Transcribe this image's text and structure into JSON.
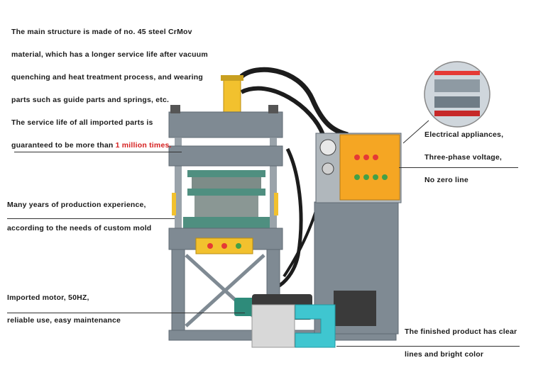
{
  "annotations": {
    "structure": {
      "line1": "The main structure is made of no. 45 steel CrMov",
      "line2": "material, which has a longer service life after vacuum",
      "line3": "quenching and heat treatment process, and wearing",
      "line4": "parts such as guide parts and springs, etc.",
      "line5": "The service life of all imported parts is",
      "line6_prefix": "guaranteed to be more than",
      "line6_highlight": "1 million times."
    },
    "experience": {
      "line1": "Many years of production experience,",
      "line2": "according to the needs of custom mold"
    },
    "motor": {
      "line1": "Imported motor, 50HZ,",
      "line2": "reliable use, easy maintenance"
    },
    "electrical": {
      "line1": "Electrical appliances,",
      "line2": "Three-phase voltage,",
      "line3": "No zero line"
    },
    "product": {
      "line1": "The finished product has clear",
      "line2": "lines and bright color"
    }
  },
  "colors": {
    "frame": "#7f8a93",
    "frame_dark": "#5f6a73",
    "mold_green": "#4f8f80",
    "cylinder_yellow": "#f2c12e",
    "panel_orange": "#f5a623",
    "highlight_red": "#d62020",
    "product_cyan": "#3fc6d0",
    "product_gray": "#d8d8d8"
  }
}
